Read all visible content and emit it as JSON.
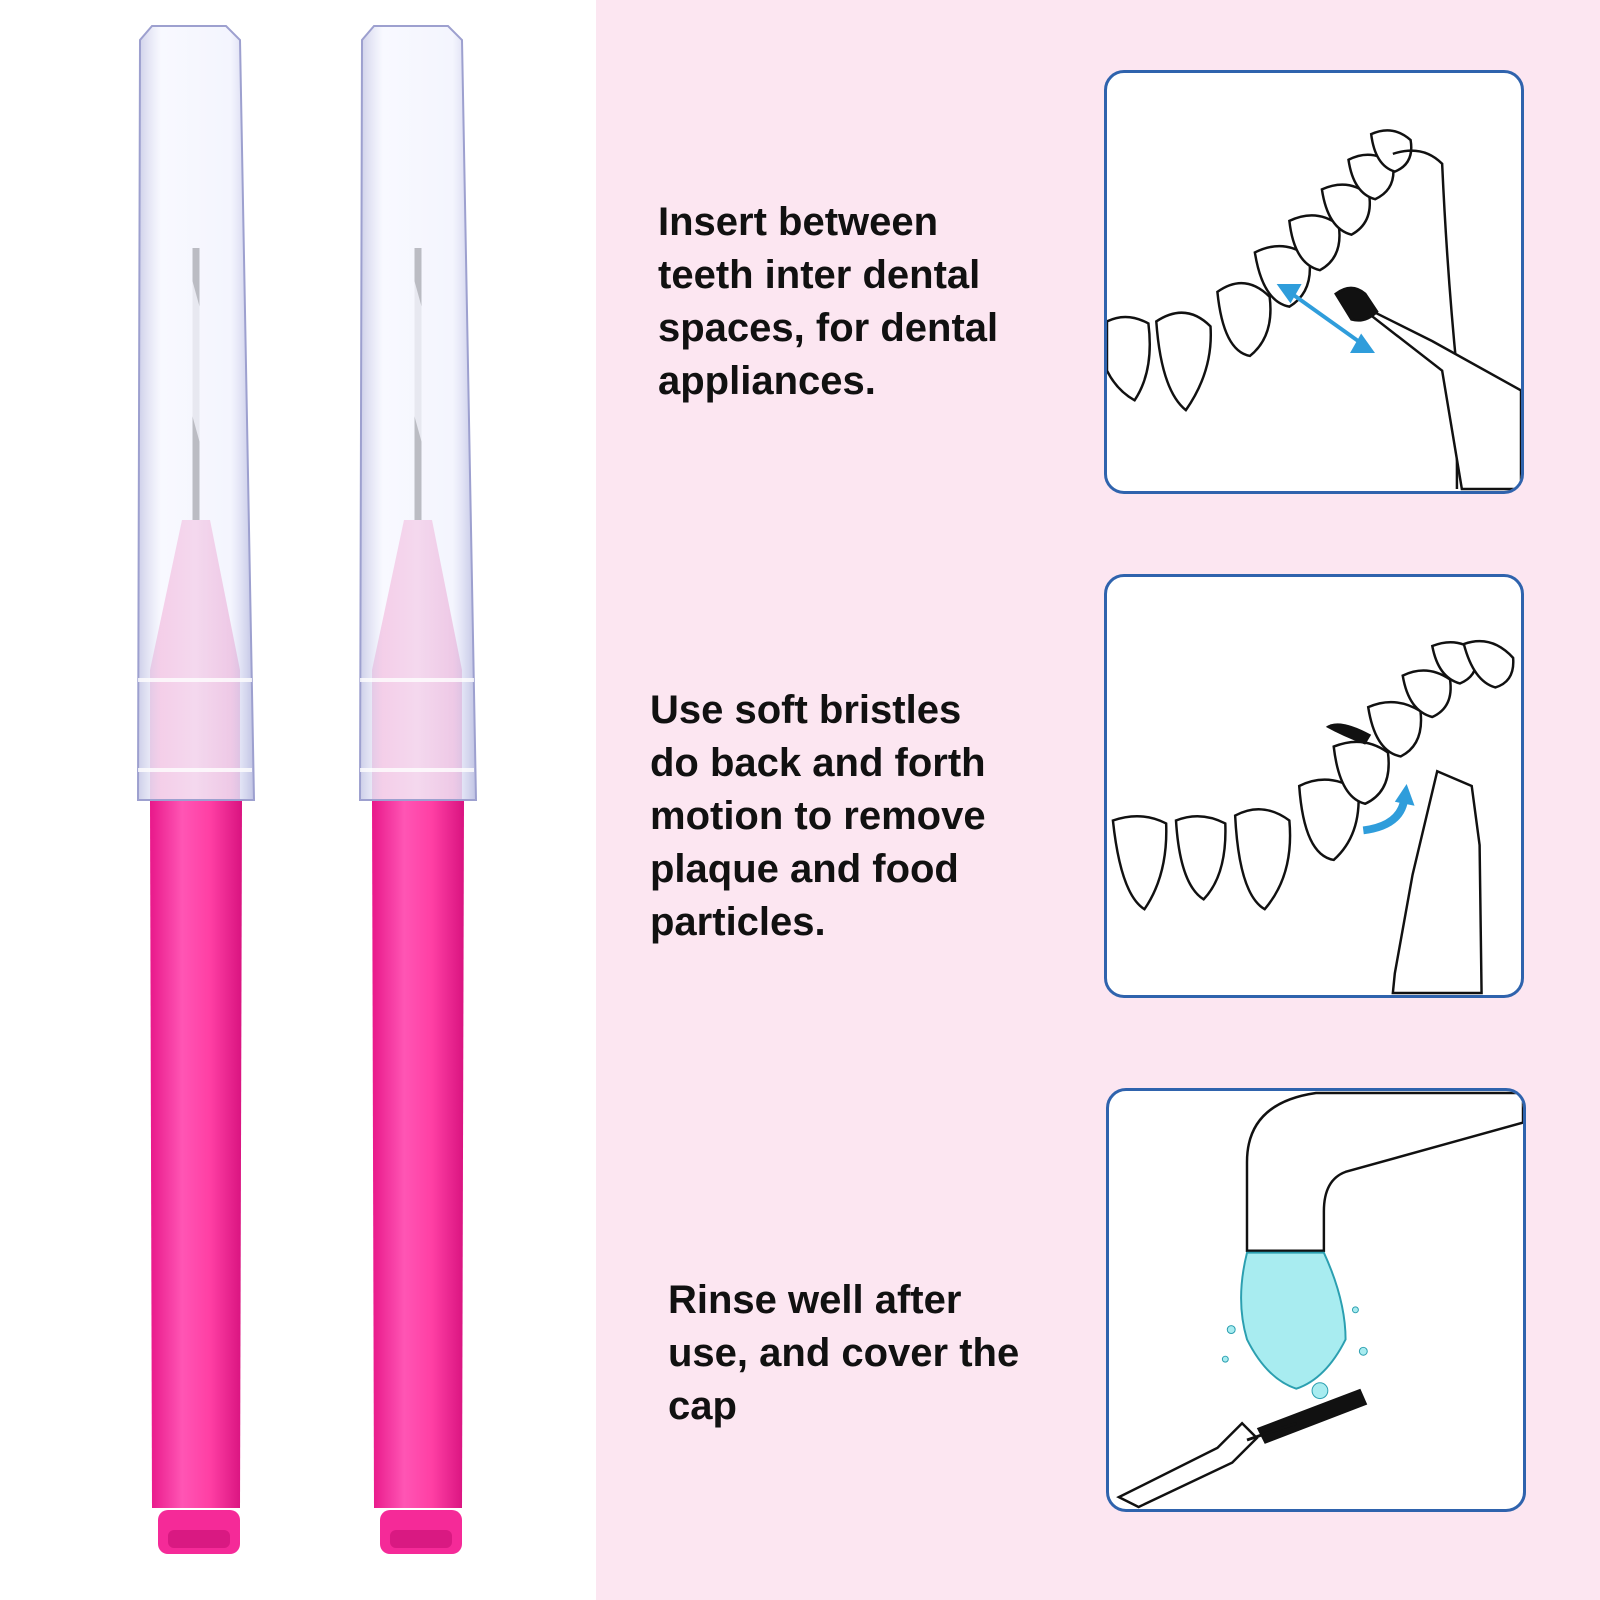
{
  "instructions": {
    "step1": "Insert between\nteeth inter dental\nspaces, for dental\nappliances.",
    "step2": "Use soft bristles\ndo back and forth\nmotion to remove\nplaque and food\nparticles.",
    "step3": "Rinse well after\nuse, and cover the\ncap"
  },
  "colors": {
    "background_right": "#fce6f1",
    "brush_handle": "#ff3fa4",
    "brush_cap_tip": "#f7a6cf",
    "panel_border": "#2f63ad",
    "arrow_blue": "#2f9ddb",
    "water": "#a8ecf0"
  },
  "icons": [
    "interdental-brush-icon",
    "teeth-arch-icon",
    "double-arrow-icon",
    "curved-arrow-icon",
    "faucet-icon",
    "water-stream-icon"
  ]
}
